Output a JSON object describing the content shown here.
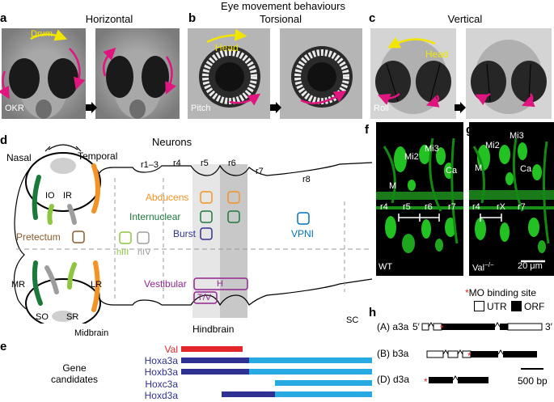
{
  "figure_title": "Eye movement behaviours",
  "panels": {
    "a": {
      "letter": "a",
      "title": "Horizontal",
      "stimulus_label": "Drum",
      "corner_label": "OKR"
    },
    "b": {
      "letter": "b",
      "title": "Torsional",
      "stimulus_label": "Head",
      "corner_label": "Pitch"
    },
    "c": {
      "letter": "c",
      "title": "Vertical",
      "stimulus_label": "Head",
      "corner_label": "Roll"
    },
    "d": {
      "letter": "d",
      "neurons_heading": "Neurons",
      "nasal": "Nasal",
      "temporal": "Temporal",
      "io": "IO",
      "ir": "IR",
      "mr": "MR",
      "lr": "LR",
      "so": "SO",
      "sr": "SR",
      "pretectum": "Pretectum",
      "n3": "nIII",
      "n4": "nIV",
      "abducens": "Abducens",
      "internuclear": "Internuclear",
      "burst": "Burst",
      "vestibular": "Vestibular",
      "h": "H",
      "tv": "T/V",
      "vpni": "VPNI",
      "rhombomeres": [
        "r1–3",
        "r4",
        "r5",
        "r6",
        "r7",
        "r8"
      ],
      "sc": "SC",
      "midbrain": "Midbrain",
      "hindbrain": "Hindbrain"
    },
    "e": {
      "letter": "e",
      "heading_line1": "Gene",
      "heading_line2": "candidates",
      "genes": [
        {
          "name": "Val",
          "color": "#e3262b"
        },
        {
          "name": "Hoxa3a",
          "color": "#2e3192"
        },
        {
          "name": "Hoxb3a",
          "color": "#2e3192"
        },
        {
          "name": "Hoxc3a",
          "color": "#27aae1"
        },
        {
          "name": "Hoxd3a",
          "color": "#2e3192"
        }
      ]
    },
    "f": {
      "letter": "f",
      "cells": [
        "M",
        "Mi2",
        "Mi3",
        "Ca"
      ],
      "rhombomeres": [
        "r4",
        "r5",
        "r6",
        "r7"
      ],
      "genotype": "WT"
    },
    "g": {
      "letter": "g",
      "cells": [
        "Mi2",
        "Mi3",
        "M",
        "Ca"
      ],
      "rhombomeres": [
        "r4",
        "rX",
        "r7"
      ],
      "genotype": "Val",
      "genotype_sup": "−/−",
      "scale_bar": "20 μm"
    },
    "h": {
      "letter": "h",
      "mo_label": "MO binding site",
      "utr": "UTR",
      "orf": "ORF",
      "transcripts": [
        {
          "label": "(A) a3a",
          "five": "5′",
          "three": "3′"
        },
        {
          "label": "(B) b3a"
        },
        {
          "label": "(D) d3a"
        }
      ],
      "scale_bar": "500 bp"
    }
  },
  "colors": {
    "magenta": "#e0157f",
    "yellow": "#f2e600",
    "orange": "#f39325",
    "green": "#1b7a3a",
    "lightgreen": "#8dc63f",
    "blue": "#2e3192",
    "purple": "#92278f",
    "brown": "#8b5a2b",
    "cyan": "#0072bc",
    "grey": "#9d9d9d",
    "fluor": "#1fd11f"
  }
}
